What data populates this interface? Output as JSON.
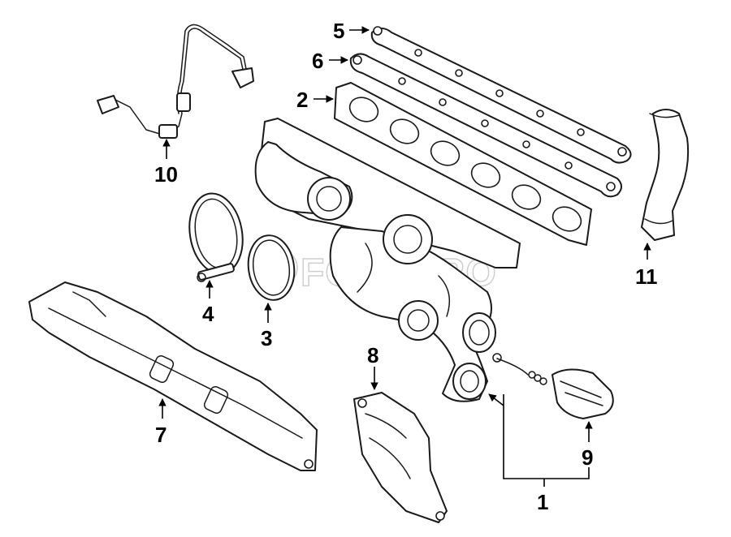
{
  "diagram": {
    "watermark": "FCPEURO",
    "callouts": [
      {
        "id": "1",
        "label": "1"
      },
      {
        "id": "2",
        "label": "2"
      },
      {
        "id": "3",
        "label": "3"
      },
      {
        "id": "4",
        "label": "4"
      },
      {
        "id": "5",
        "label": "5"
      },
      {
        "id": "6",
        "label": "6"
      },
      {
        "id": "7",
        "label": "7"
      },
      {
        "id": "8",
        "label": "8"
      },
      {
        "id": "9",
        "label": "9"
      },
      {
        "id": "10",
        "label": "10"
      },
      {
        "id": "11",
        "label": "11"
      }
    ]
  }
}
